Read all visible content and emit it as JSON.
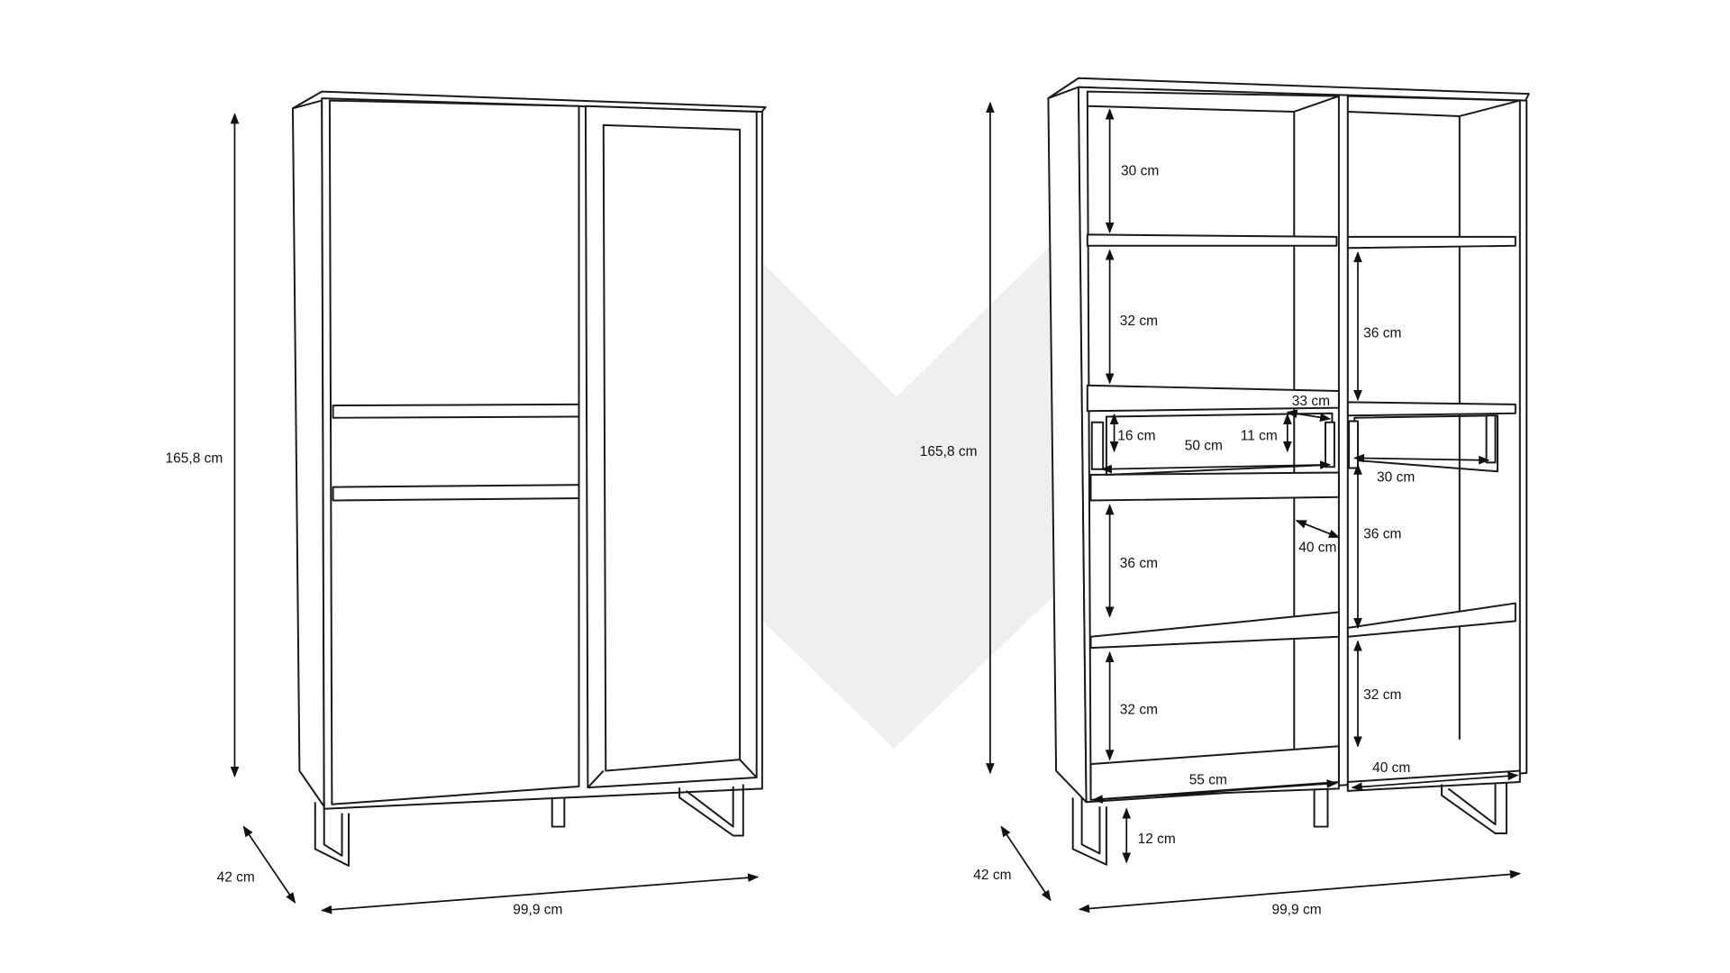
{
  "watermark": {
    "color": "#efefef"
  },
  "closed_view": {
    "height_label": "165,8 cm",
    "depth_label": "42 cm",
    "width_label": "99,9 cm"
  },
  "open_view": {
    "height_label": "165,8 cm",
    "depth_label": "42 cm",
    "width_label": "99,9 cm",
    "left_column": {
      "top_compartment": "30 cm",
      "second_compartment": "32 cm",
      "drawer_depth": "33 cm",
      "drawer_outer_height": "16 cm",
      "drawer_inner_height": "11 cm",
      "drawer_width": "50 cm",
      "shelf_depth": "40 cm",
      "lower_compartment": "36 cm",
      "bottom_compartment": "32 cm",
      "bottom_width": "55 cm"
    },
    "right_column": {
      "upper_compartment": "36 cm",
      "drawer_width": "30 cm",
      "middle_compartment": "36 cm",
      "bottom_compartment": "32 cm",
      "bottom_width": "40 cm"
    },
    "leg_height": "12 cm"
  }
}
